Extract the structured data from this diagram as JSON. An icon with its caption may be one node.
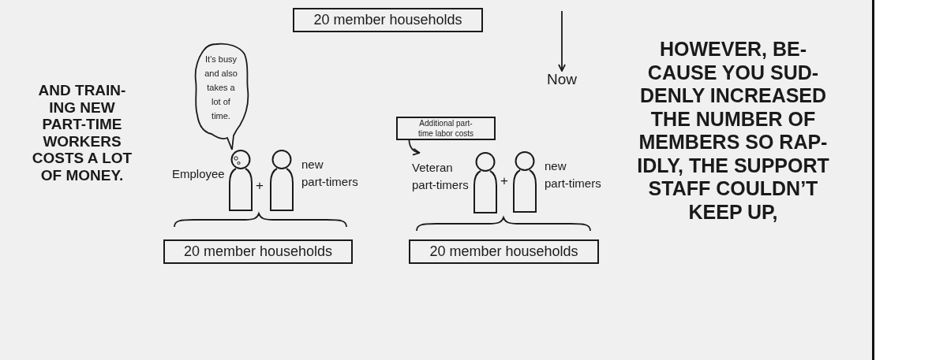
{
  "diagram": {
    "nodes": [
      {
        "text": [
          "20 member households"
        ]
      },
      {
        "text": [
          "Now"
        ]
      },
      {
        "text": [
          "It’s busy and also takes a lot of time."
        ]
      },
      {
        "text": [],
        "shape": "person",
        "beside": [
          "Employee"
        ]
      },
      {
        "text": [],
        "shape": "person",
        "beside": [
          "new part-timers"
        ]
      },
      {
        "text": [
          "20 member households"
        ]
      },
      {
        "text": [
          "Additional part- time labor costs"
        ]
      },
      {
        "text": [],
        "shape": "person",
        "beside": [
          "Veteran part-timers"
        ]
      },
      {
        "text": [],
        "shape": "person",
        "beside": [
          "new part-timers"
        ]
      },
      {
        "text": [
          "20 member households"
        ]
      }
    ],
    "edges": [
      {
        "from": null,
        "to": 1,
        "arrow": "to"
      },
      {
        "from": 6,
        "to": 7,
        "arrow": "to"
      }
    ],
    "labels": [
      "AND TRAIN- ING NEW PART-TIME WORKERS COSTS A LOT OF MONEY.",
      "+",
      "+",
      "HOWEVER, BE- CAUSE YOU SUD- DENLY INCREASED THE NUMBER OF MEMBERS SO RAP- IDLY, THE SUPPORT STAFF COULDN’T KEEP UP,"
    ]
  }
}
